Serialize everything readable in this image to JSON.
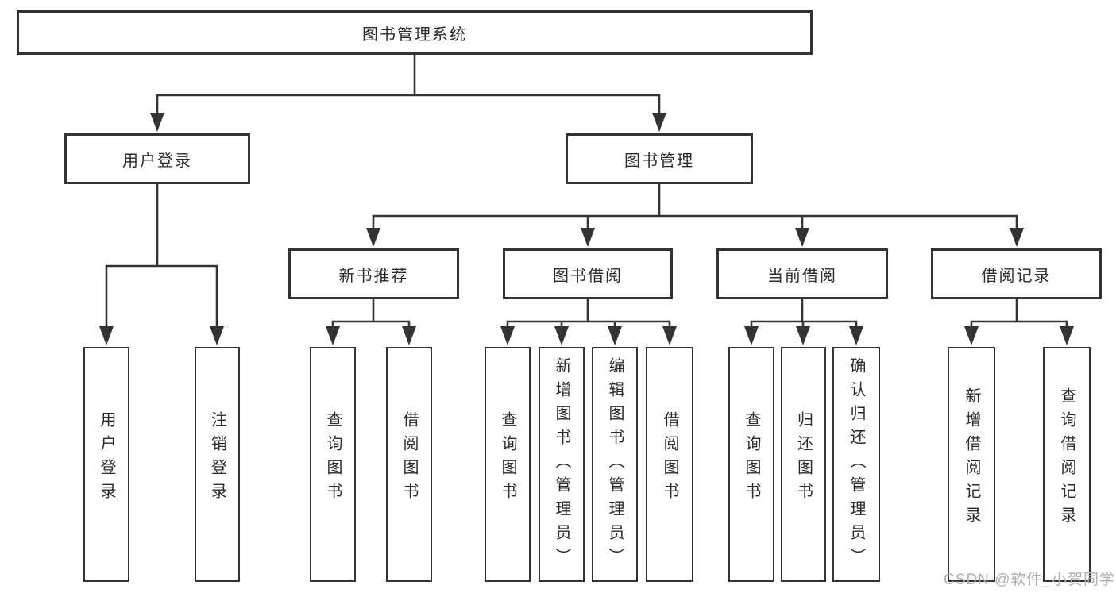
{
  "diagram": {
    "root": {
      "label": "图书管理系统"
    },
    "user_login": {
      "label": "用户登录",
      "children": {
        "login": "用户登录",
        "logout": "注销登录"
      }
    },
    "book_mgmt": {
      "label": "图书管理",
      "new_books": {
        "label": "新书推荐",
        "children": {
          "query": "查询图书",
          "borrow": "借阅图书"
        }
      },
      "book_borrow": {
        "label": "图书借阅",
        "children": {
          "query": "查询图书",
          "add": "新增图书（管理员）",
          "edit": "编辑图书（管理员）",
          "borrow": "借阅图书"
        }
      },
      "current_borrow": {
        "label": "当前借阅",
        "children": {
          "query": "查询图书",
          "return": "归还图书",
          "confirm": "确认归还（管理员）"
        }
      },
      "borrow_records": {
        "label": "借阅记录",
        "children": {
          "add": "新增借阅记录",
          "query": "查询借阅记录"
        }
      }
    }
  },
  "watermark": {
    "text": "CSDN @软件_小贺同学"
  },
  "colors": {
    "line": "#333333",
    "text": "#2b2b2b",
    "background": "#ffffff",
    "watermark": "#b0b0b0"
  }
}
